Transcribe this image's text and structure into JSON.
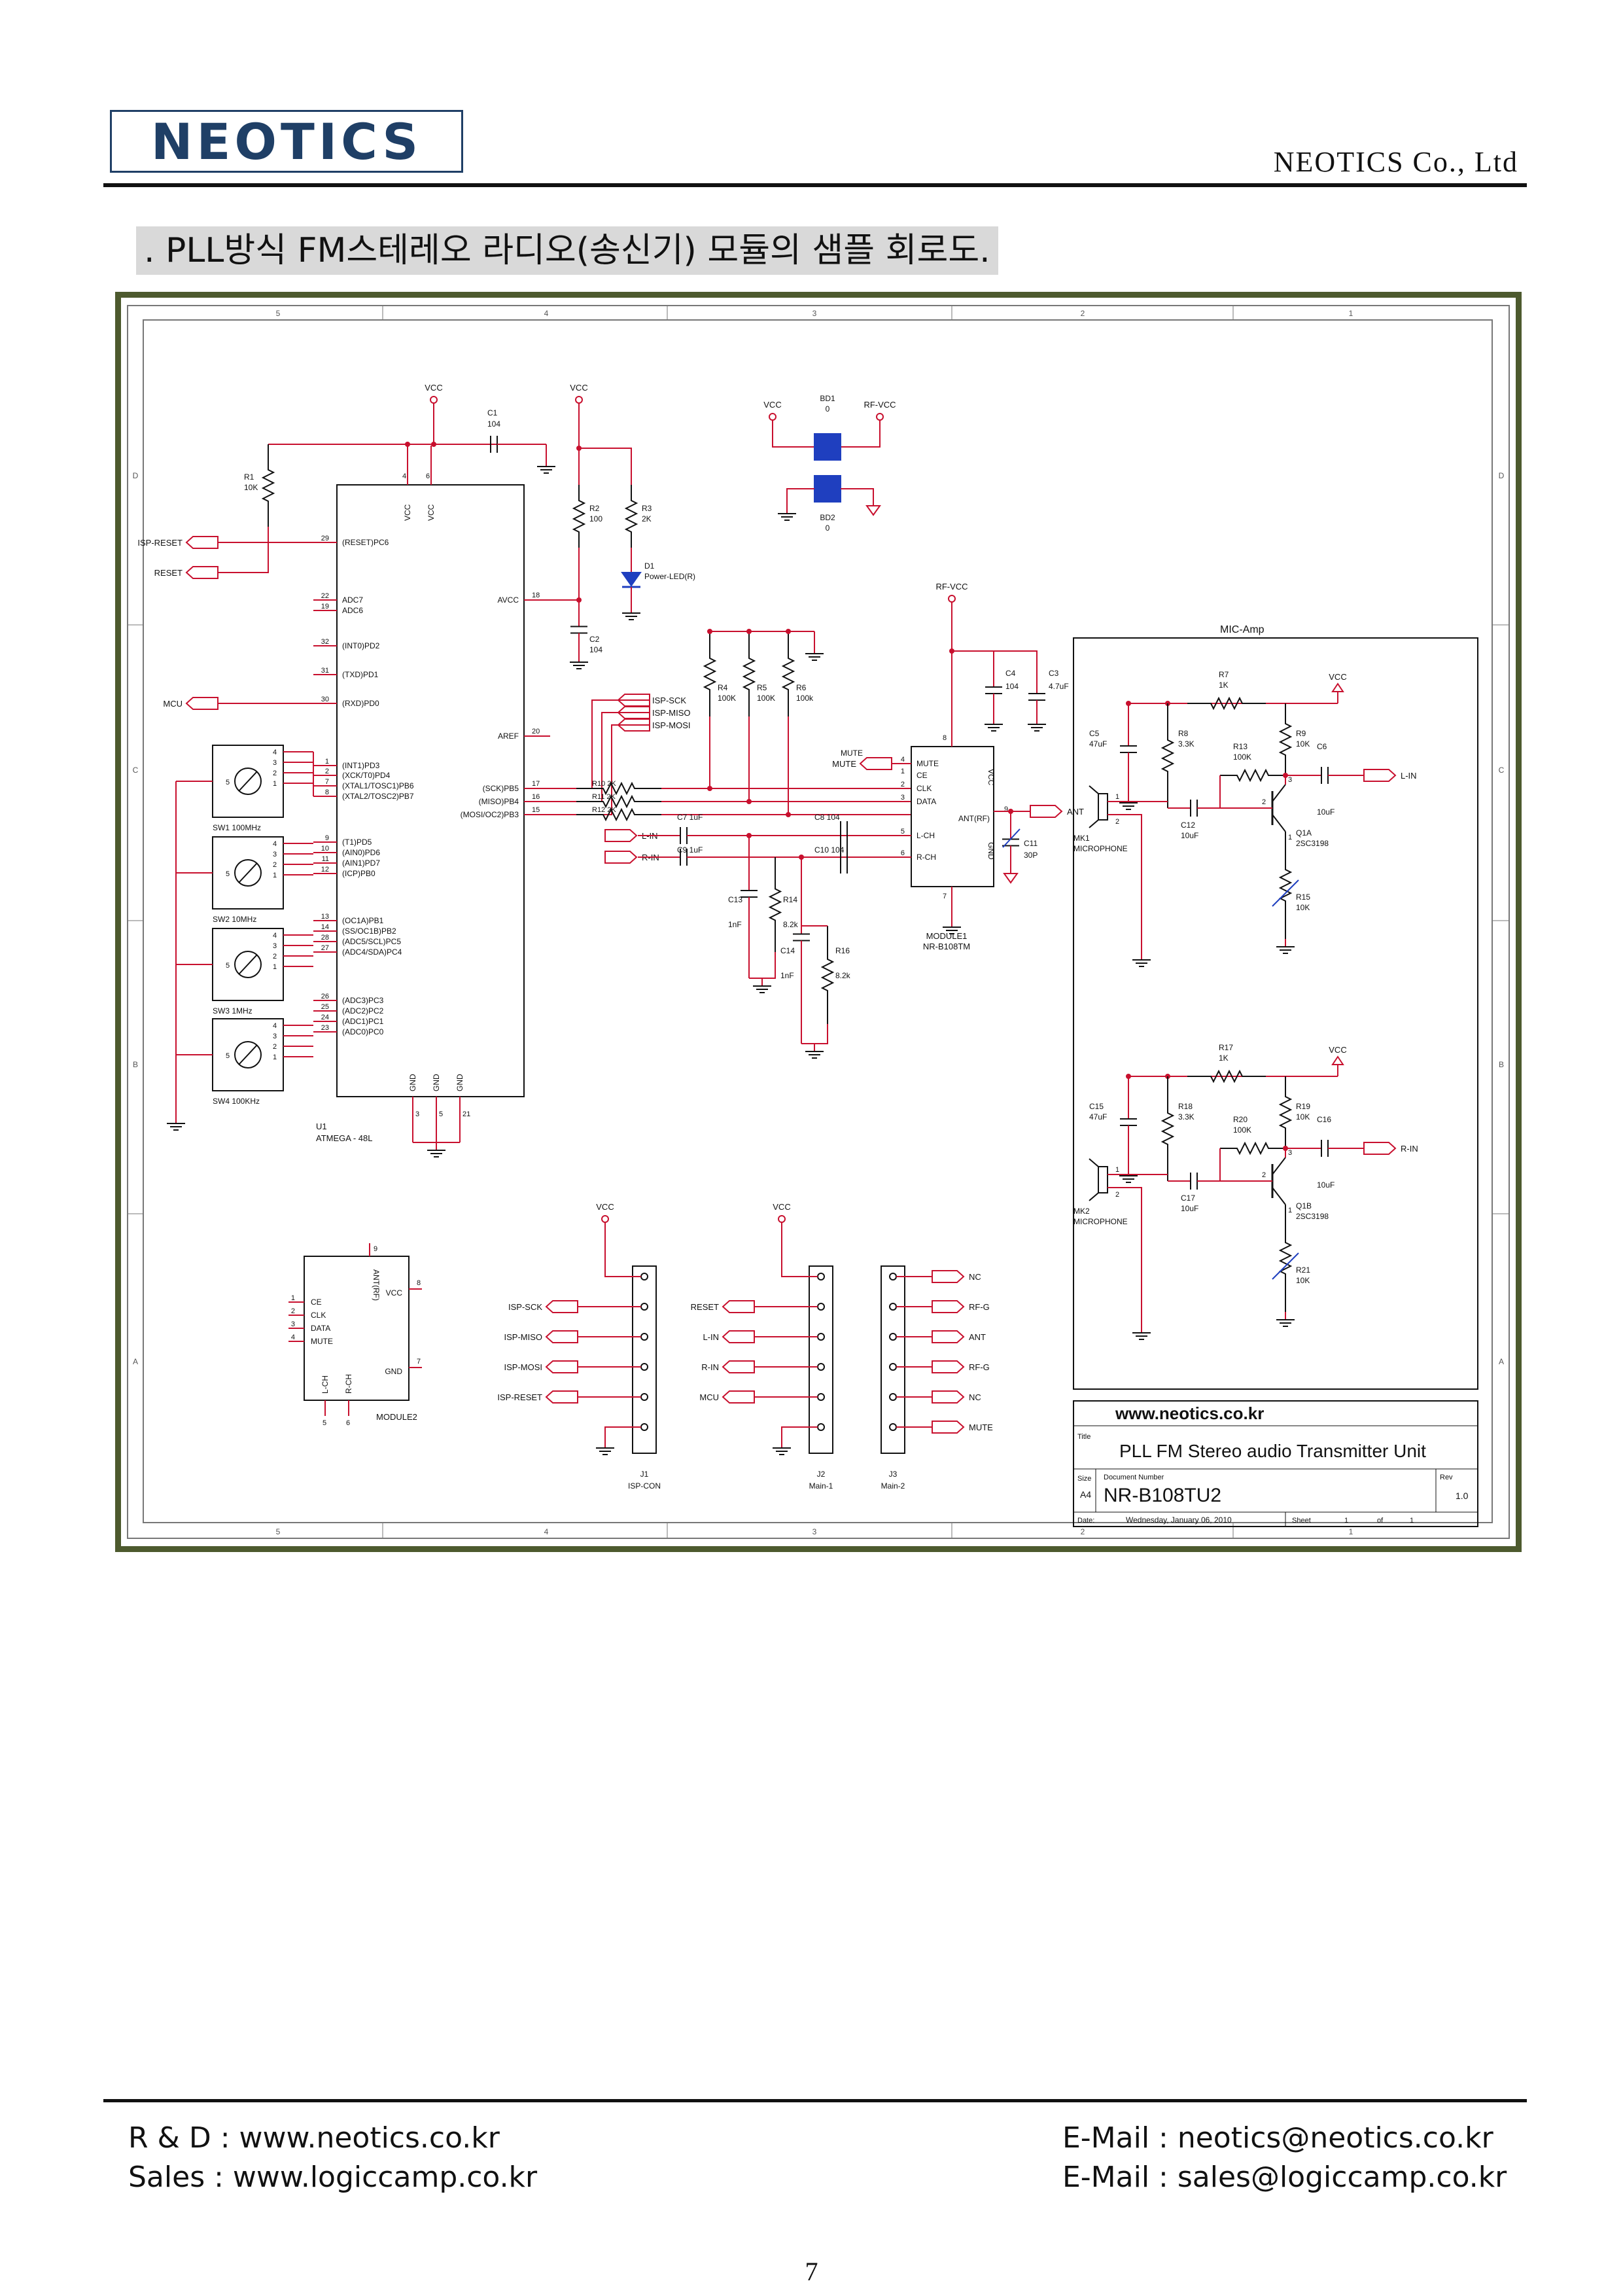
{
  "header": {
    "logo": "NEOTICS",
    "company": "NEOTICS Co., Ltd"
  },
  "section_title": ". PLL방식 FM스테레오 라디오(송신기) 모듈의 샘플 회로도.",
  "schematic": {
    "title_block": {
      "url": "www.neotics.co.kr",
      "title_label": "Title",
      "title": "PLL FM Stereo audio Transmitter Unit",
      "size_label": "Size",
      "size": "A4",
      "docnum_label": "Document Number",
      "docnum": "NR-B108TU2",
      "rev_label": "Rev",
      "rev": "1.0",
      "date_label": "Date:",
      "date": "Wednesday, January 06, 2010",
      "sheet_label": "Sheet",
      "sheet": "1",
      "of_label": "of",
      "sheets": "1"
    },
    "border_cols": [
      "5",
      "4",
      "3",
      "2",
      "1"
    ],
    "border_rows": [
      "D",
      "C",
      "B",
      "A"
    ],
    "mcu": {
      "ref": "U1",
      "part": "ATMEGA - 48L",
      "left_pins": [
        {
          "num": "29",
          "name": "(RESET)PC6"
        },
        {
          "num": "22",
          "name": "ADC7"
        },
        {
          "num": "19",
          "name": "ADC6"
        },
        {
          "num": "32",
          "name": "(INT0)PD2"
        },
        {
          "num": "31",
          "name": "(TXD)PD1"
        },
        {
          "num": "30",
          "name": "(RXD)PD0"
        },
        {
          "num": "1",
          "name": "(INT1)PD3"
        },
        {
          "num": "2",
          "name": "(XCK/T0)PD4"
        },
        {
          "num": "7",
          "name": "(XTAL1/TOSC1)PB6"
        },
        {
          "num": "8",
          "name": "(XTAL2/TOSC2)PB7"
        },
        {
          "num": "9",
          "name": "(T1)PD5"
        },
        {
          "num": "10",
          "name": "(AIN0)PD6"
        },
        {
          "num": "11",
          "name": "(AIN1)PD7"
        },
        {
          "num": "12",
          "name": "(ICP)PB0"
        },
        {
          "num": "13",
          "name": "(OC1A)PB1"
        },
        {
          "num": "14",
          "name": "(SS/OC1B)PB2"
        },
        {
          "num": "28",
          "name": "(ADC5/SCL)PC5"
        },
        {
          "num": "27",
          "name": "(ADC4/SDA)PC4"
        },
        {
          "num": "26",
          "name": "(ADC3)PC3"
        },
        {
          "num": "25",
          "name": "(ADC2)PC2"
        },
        {
          "num": "24",
          "name": "(ADC1)PC1"
        },
        {
          "num": "23",
          "name": "(ADC0)PC0"
        }
      ],
      "right_pins": [
        {
          "num": "18",
          "name": "AVCC"
        },
        {
          "num": "20",
          "name": "AREF"
        },
        {
          "num": "17",
          "name": "(SCK)PB5"
        },
        {
          "num": "16",
          "name": "(MISO)PB4"
        },
        {
          "num": "15",
          "name": "(MOSI/OC2)PB3"
        }
      ],
      "top_pins": [
        "VCC",
        "VCC"
      ],
      "top_pin_nums": [
        "4",
        "6"
      ],
      "bottom_pins": [
        "GND",
        "GND",
        "GND"
      ],
      "bottom_pin_nums": [
        "3",
        "5",
        "21"
      ]
    },
    "switches": [
      {
        "ref": "SW1",
        "label": "100MHz"
      },
      {
        "ref": "SW2",
        "label": "10MHz"
      },
      {
        "ref": "SW3",
        "label": "1MHz"
      },
      {
        "ref": "SW4",
        "label": "100KHz"
      }
    ],
    "switch_pins": [
      "4",
      "3",
      "2",
      "1"
    ],
    "switch_common": "5",
    "nets": {
      "vcc": "VCC",
      "rf_vcc": "RF-VCC",
      "isp_reset": "ISP-RESET",
      "reset": "RESET",
      "mcu": "MCU",
      "isp_sck": "ISP-SCK",
      "isp_miso": "ISP-MISO",
      "isp_mosi": "ISP-MOSI",
      "mute": "MUTE",
      "l_in": "L-IN",
      "r_in": "R-IN",
      "ant": "ANT",
      "nc": "NC",
      "rf_g": "RF-G"
    },
    "parts": {
      "c1": [
        "C1",
        "104"
      ],
      "r1": [
        "R1",
        "10K"
      ],
      "r2": [
        "R2",
        "100"
      ],
      "r3": [
        "R3",
        "2K"
      ],
      "d1": [
        "D1",
        "Power-LED(R)"
      ],
      "c2": [
        "C2",
        "104"
      ],
      "bd1": [
        "BD1",
        "0"
      ],
      "bd2": [
        "BD2",
        "0"
      ],
      "r4": [
        "R4",
        "100K"
      ],
      "r5": [
        "R5",
        "100K"
      ],
      "r6": [
        "R6",
        "100k"
      ],
      "r10": [
        "R10",
        "2K"
      ],
      "r11": [
        "R11",
        "2K"
      ],
      "r12": [
        "R12",
        "2K"
      ],
      "c7": [
        "C7",
        "1uF"
      ],
      "c9": [
        "C9",
        "1uF"
      ],
      "c8": [
        "C8",
        "104"
      ],
      "c10": [
        "C10",
        "104"
      ],
      "c13": [
        "C13",
        "1nF"
      ],
      "r14": [
        "R14",
        "8.2k"
      ],
      "c14": [
        "C14",
        "1nF"
      ],
      "r16": [
        "R16",
        "8.2k"
      ],
      "c4": [
        "C4",
        "104"
      ],
      "c3": [
        "C3",
        "4.7uF"
      ],
      "c11": [
        "C11",
        "30P"
      ]
    },
    "module1": {
      "ref": "MODULE1",
      "part": "NR-B108TM",
      "pins": [
        {
          "num": "4",
          "name": "MUTE"
        },
        {
          "num": "1",
          "name": "CE"
        },
        {
          "num": "2",
          "name": "CLK"
        },
        {
          "num": "3",
          "name": "DATA"
        },
        {
          "num": "5",
          "name": "L-CH"
        },
        {
          "num": "6",
          "name": "R-CH"
        }
      ],
      "vcc": "VCC",
      "gnd": "GND",
      "ant_pin": "ANT(RF)",
      "ant_num": "9",
      "vcc_num": "8",
      "gnd_num": "7"
    },
    "mic_amp": {
      "title": "MIC-Amp",
      "ch1": {
        "r7": [
          "R7",
          "1K"
        ],
        "c5": [
          "C5",
          "47uF"
        ],
        "r8": [
          "R8",
          "3.3K"
        ],
        "r9": [
          "R9",
          "10K"
        ],
        "r13": [
          "R13",
          "100K"
        ],
        "c6": [
          "C6",
          "10uF"
        ],
        "c12": [
          "C12",
          "10uF"
        ],
        "q": [
          "Q1A",
          "2SC3198"
        ],
        "r15": [
          "R15",
          "10K"
        ],
        "mic": [
          "MK1",
          "MICROPHONE"
        ],
        "out": "L-IN"
      },
      "ch2": {
        "r17": [
          "R17",
          "1K"
        ],
        "c15": [
          "C15",
          "47uF"
        ],
        "r18": [
          "R18",
          "3.3K"
        ],
        "r19": [
          "R19",
          "10K"
        ],
        "r20": [
          "R20",
          "100K"
        ],
        "c16": [
          "C16",
          "10uF"
        ],
        "c17": [
          "C17",
          "10uF"
        ],
        "q": [
          "Q1B",
          "2SC3198"
        ],
        "r21": [
          "R21",
          "10K"
        ],
        "mic": [
          "MK2",
          "MICROPHONE"
        ],
        "out": "R-IN"
      },
      "mic_pins": [
        "1",
        "2"
      ],
      "q_pins": [
        "3",
        "2",
        "1"
      ]
    },
    "module2": {
      "ref": "MODULE2",
      "left": [
        "CE",
        "CLK",
        "DATA",
        "MUTE"
      ],
      "left_nums": [
        "1",
        "2",
        "3",
        "4"
      ],
      "vcc": "VCC",
      "vcc_num": "8",
      "gnd": "GND",
      "gnd_num": "7",
      "ant": "ANT(RF)",
      "ant_num": "9",
      "bottom": [
        "L-CH",
        "R-CH"
      ],
      "bottom_nums": [
        "5",
        "6"
      ]
    },
    "j1": {
      "ref": "J1",
      "name": "ISP-CON",
      "signals": [
        "ISP-SCK",
        "ISP-MISO",
        "ISP-MOSI",
        "ISP-RESET"
      ]
    },
    "j2": {
      "ref": "J2",
      "name": "Main-1",
      "signals": [
        "RESET",
        "L-IN",
        "R-IN",
        "MCU"
      ]
    },
    "j3": {
      "ref": "J3",
      "name": "Main-2",
      "signals": [
        "NC",
        "RF-G",
        "ANT",
        "RF-G",
        "NC",
        "MUTE"
      ]
    }
  },
  "footer": {
    "rd": "R & D : www.neotics.co.kr",
    "sales": "Sales : www.logiccamp.co.kr",
    "email1": "E-Mail : neotics@neotics.co.kr",
    "email2": "E-Mail : sales@logiccamp.co.kr",
    "page": "7"
  }
}
